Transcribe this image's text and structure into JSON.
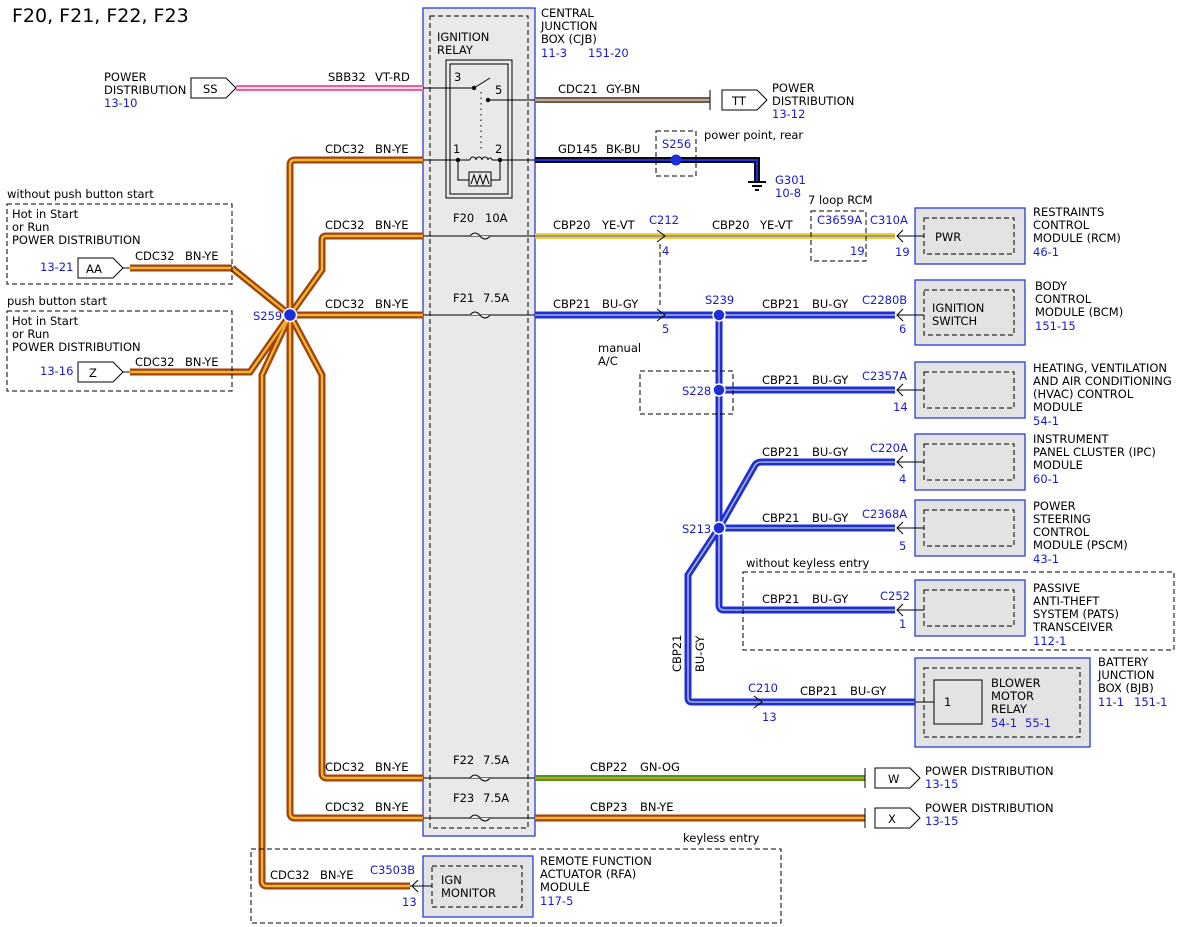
{
  "title": "F20, F21, F22, F23",
  "cjb": {
    "name": [
      "CENTRAL",
      "JUNCTION",
      "BOX (CJB)"
    ],
    "ref1": "11-3",
    "ref2": "151-20"
  },
  "relay": {
    "name": [
      "IGNITION",
      "RELAY"
    ],
    "pins": [
      "3",
      "5",
      "1",
      "2"
    ]
  },
  "fuses": [
    {
      "id": "F20",
      "rating": "10A"
    },
    {
      "id": "F21",
      "rating": "7.5A"
    },
    {
      "id": "F22",
      "rating": "7.5A"
    },
    {
      "id": "F23",
      "rating": "7.5A"
    }
  ],
  "connectors": [
    {
      "name": "SS",
      "label": [
        "POWER",
        "DISTRIBUTION"
      ],
      "ref": "13-10"
    },
    {
      "name": "TT",
      "label": [
        "POWER",
        "DISTRIBUTION"
      ],
      "ref": "13-12"
    },
    {
      "name": "AA",
      "ref": "13-21"
    },
    {
      "name": "Z",
      "ref": "13-16"
    },
    {
      "name": "W",
      "label": "POWER DISTRIBUTION",
      "ref": "13-15"
    },
    {
      "name": "X",
      "label": "POWER DISTRIBUTION",
      "ref": "13-15"
    }
  ],
  "options": {
    "no_push": {
      "title": "without push button start",
      "lines": [
        "Hot in Start",
        "or Run",
        "POWER DISTRIBUTION"
      ]
    },
    "push": {
      "title": "push button start",
      "lines": [
        "Hot in Start",
        "or Run",
        "POWER DISTRIBUTION"
      ]
    },
    "keyless": "keyless entry",
    "no_keyless": "without keyless entry",
    "rcm_loop": "7 loop RCM"
  },
  "wires": {
    "sbb32": [
      "SBB32",
      "VT-RD"
    ],
    "cdc21": [
      "CDC21",
      "GY-BN"
    ],
    "cdc32": [
      "CDC32",
      "BN-YE"
    ],
    "gd145": [
      "GD145",
      "BK-BU"
    ],
    "cbp20": [
      "CBP20",
      "YE-VT"
    ],
    "cbp21": [
      "CBP21",
      "BU-GY"
    ],
    "cbp22": [
      "CBP22",
      "GN-OG"
    ],
    "cbp23": [
      "CBP23",
      "BN-YE"
    ]
  },
  "splices": [
    "S256",
    "S259",
    "S239",
    "S228",
    "S213"
  ],
  "ground": {
    "id": "G301",
    "ref": "10-8",
    "note": "power point, rear"
  },
  "ac_note": [
    "manual",
    "A/C"
  ],
  "inline": [
    {
      "name": "C212",
      "pin": "4"
    },
    {
      "name": "C212",
      "pin": "5"
    },
    {
      "name": "C3659A",
      "pin": "19"
    },
    {
      "name": "C210",
      "pin": "13"
    }
  ],
  "modules": [
    {
      "key": "rcm",
      "conn": "C310A",
      "pin": "19",
      "inner": "PWR",
      "name": [
        "RESTRAINTS",
        "CONTROL",
        "MODULE (RCM)"
      ],
      "ref": "46-1"
    },
    {
      "key": "bcm",
      "conn": "C2280B",
      "pin": "6",
      "inner": [
        "IGNITION",
        "SWITCH"
      ],
      "name": [
        "BODY",
        "CONTROL",
        "MODULE (BCM)"
      ],
      "ref": "151-15"
    },
    {
      "key": "hvac",
      "conn": "C2357A",
      "pin": "14",
      "name": [
        "HEATING, VENTILATION",
        "AND AIR CONDITIONING",
        "(HVAC) CONTROL",
        "MODULE"
      ],
      "ref": "54-1"
    },
    {
      "key": "ipc",
      "conn": "C220A",
      "pin": "4",
      "name": [
        "INSTRUMENT",
        "PANEL CLUSTER (IPC)",
        "MODULE"
      ],
      "ref": "60-1"
    },
    {
      "key": "pscm",
      "conn": "C2368A",
      "pin": "5",
      "name": [
        "POWER",
        "STEERING",
        "CONTROL",
        "MODULE (PSCM)"
      ],
      "ref": "43-1"
    },
    {
      "key": "pats",
      "conn": "C252",
      "pin": "1",
      "name": [
        "PASSIVE",
        "ANTI-THEFT",
        "SYSTEM (PATS)",
        "TRANSCEIVER"
      ],
      "ref": "112-1"
    },
    {
      "key": "bjb",
      "name": [
        "BATTERY",
        "JUNCTION",
        "BOX (BJB)"
      ],
      "ref1": "11-1",
      "ref2": "151-1",
      "relay": [
        "BLOWER",
        "MOTOR",
        "RELAY"
      ],
      "relay_pin": "1",
      "relay_ref1": "54-1",
      "relay_ref2": "55-1"
    },
    {
      "key": "rfa",
      "conn": "C3503B",
      "pin": "13",
      "inner": [
        "IGN",
        "MONITOR"
      ],
      "name": [
        "REMOTE FUNCTION",
        "ACTUATOR (RFA)",
        "MODULE"
      ],
      "ref": "117-5"
    }
  ],
  "colors": {
    "blue_ref": "#1a1acc",
    "box_border": "#2b3bd6",
    "module_fill": "#e3e3e3",
    "bn_ye_brown": "#a0410e",
    "bn_ye_yellow": "#f2b52c",
    "bu_gy_blue": "#1d2fd8",
    "gn_og_green": "#4a9a1c",
    "vt_rd_pink": "#e8609e",
    "ye_vt_yellow": "#e8d13a"
  }
}
